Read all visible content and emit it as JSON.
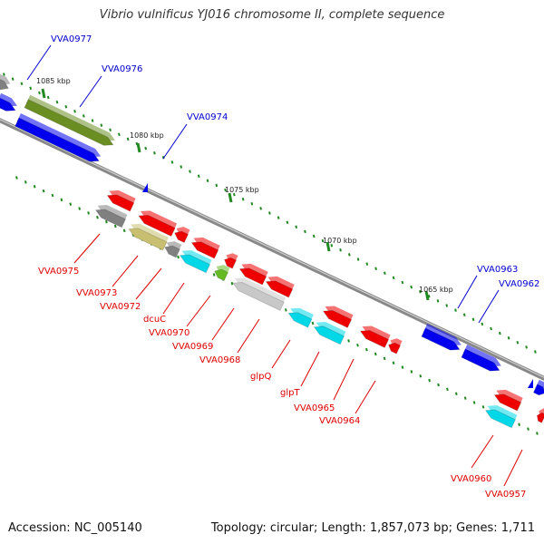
{
  "title": "Vibrio vulnificus YJ016 chromosome II, complete sequence",
  "accession": "Accession: NC_005140",
  "summary": "Topology: circular; Length: 1,857,073 bp; Genes: 1,711",
  "ruler": [
    "1085 kbp",
    "1080 kbp",
    "1075 kbp",
    "1070 kbp",
    "1065 kbp"
  ],
  "genes_top": [
    "VVA0977",
    "VVA0976",
    "VVA0974",
    "VVA0963",
    "VVA0962"
  ],
  "genes_bottom": [
    "VVA0975",
    "VVA0973",
    "VVA0972",
    "dcuC",
    "VVA0970",
    "VVA0969",
    "VVA0968",
    "glpQ",
    "glpT",
    "VVA0965",
    "VVA0964",
    "VVA0960",
    "VVA0957"
  ],
  "colors": {
    "plus_label": "#0000cc",
    "minus_label": "#dd0000",
    "backbone": "#888888",
    "tick": "#228822"
  }
}
